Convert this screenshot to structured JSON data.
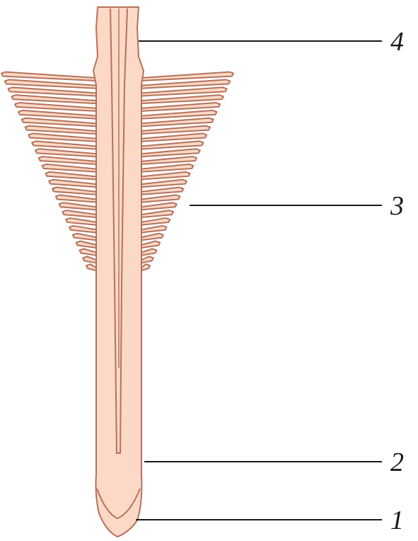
{
  "colors": {
    "background": "#ffffff",
    "root_fill": "#fbd9c6",
    "root_outline": "#b5725c",
    "leader_line": "#1a1a1a",
    "label_text": "#1a1a1a"
  },
  "labels": {
    "label_1": "1",
    "label_2": "2",
    "label_3": "3",
    "label_4": "4"
  }
}
